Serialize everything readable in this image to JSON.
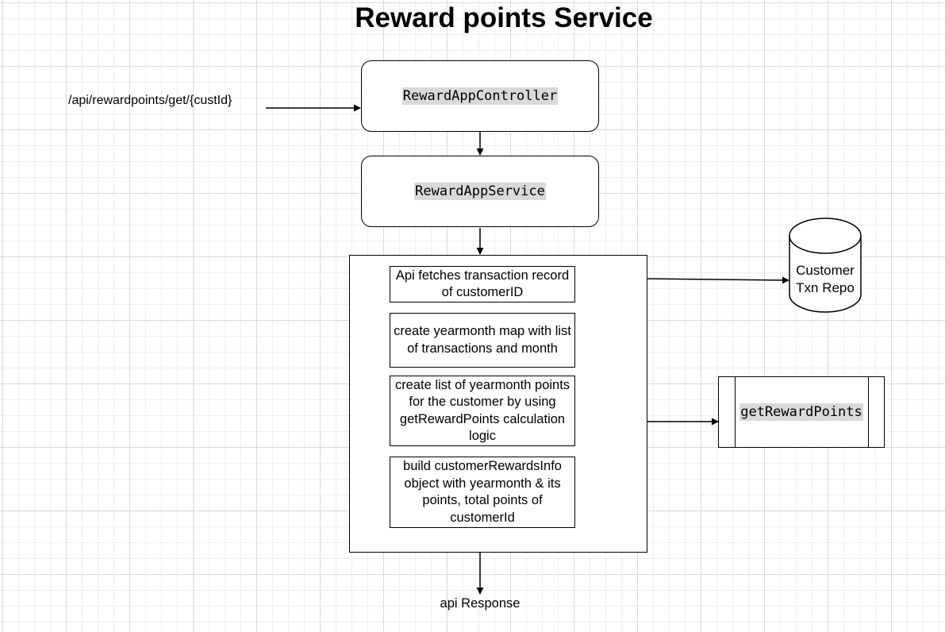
{
  "title": "Reward points Service",
  "endpoint": "/api/rewardpoints/get/{custId}",
  "controller": "RewardAppController",
  "service": "RewardAppService",
  "steps": [
    "Api fetches transaction record of customerID",
    "create yearmonth map with list of transactions and month",
    "create list of yearmonth points for the customer by using getRewardPoints calculation logic",
    "build customerRewardsInfo object with yearmonth & its points, total points of customerId"
  ],
  "database": "Customer Txn Repo",
  "subprocess": "getRewardPoints",
  "output": "api Response"
}
